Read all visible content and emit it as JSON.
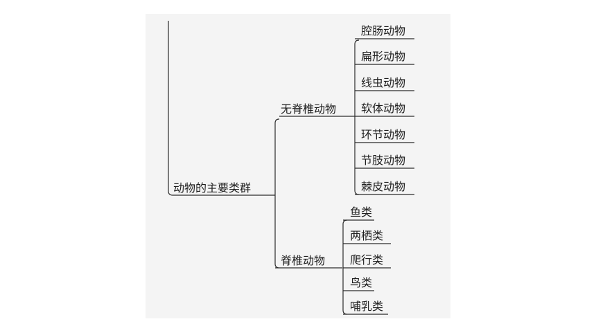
{
  "tree": {
    "root": {
      "label": "动物的主要类群"
    },
    "branches": [
      {
        "label": "无脊椎动物",
        "children": [
          "腔肠动物",
          "扁形动物",
          "线虫动物",
          "软体动物",
          "环节动物",
          "节肢动物",
          "棘皮动物"
        ]
      },
      {
        "label": "脊椎动物",
        "children": [
          "鱼类",
          "两栖类",
          "爬行类",
          "鸟类",
          "哺乳类"
        ]
      }
    ]
  }
}
